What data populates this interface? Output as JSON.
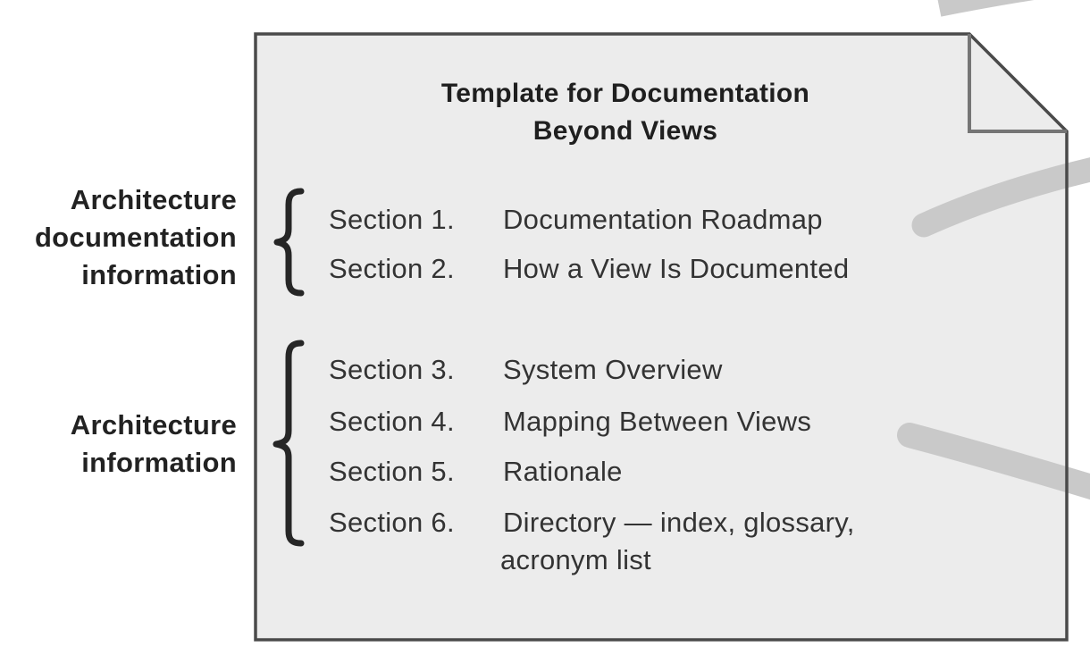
{
  "diagram": {
    "type": "annotated-document-figure",
    "title": {
      "line1": "Template for Documentation",
      "line2": "Beyond Views"
    },
    "groups": [
      {
        "label_lines": [
          "Architecture",
          "documentation",
          "information"
        ],
        "sections": [
          {
            "num": "Section 1.",
            "text": "Documentation Roadmap"
          },
          {
            "num": "Section 2.",
            "text": "How a View Is Documented"
          }
        ]
      },
      {
        "label_lines": [
          "Architecture",
          "information"
        ],
        "sections": [
          {
            "num": "Section 3.",
            "text": "System Overview"
          },
          {
            "num": "Section 4.",
            "text": "Mapping Between Views"
          },
          {
            "num": "Section 5.",
            "text": "Rationale"
          },
          {
            "num": "Section 6.",
            "text": "Directory — index, glossary,",
            "text_line2": "acronym list"
          }
        ]
      }
    ],
    "colors": {
      "background": "#ffffff",
      "sheet_fill": "#ececec",
      "sheet_border": "#4a4a4a",
      "fold_mark": "#757575",
      "brace": "#262626",
      "swoosh": "#c9c9c9",
      "text": "#2e2e2e"
    }
  }
}
